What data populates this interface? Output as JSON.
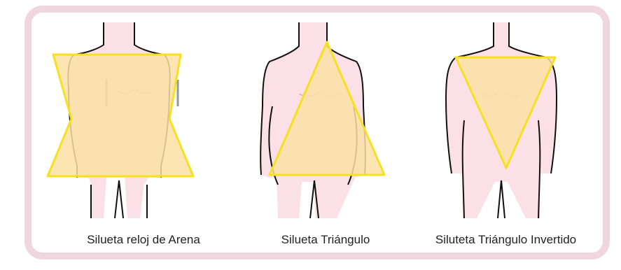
{
  "captions": {
    "hourglass": "Silueta reloj de Arena",
    "triangle": "Silueta Triángulo",
    "inverted": "Siluteta Triángulo Invertido"
  },
  "colors": {
    "frame": "#f0d6de",
    "body_fill": "#fbe1e7",
    "outline": "#111111",
    "shape_fill": "#fbe0a6",
    "shape_stroke": "#f5e11f"
  }
}
